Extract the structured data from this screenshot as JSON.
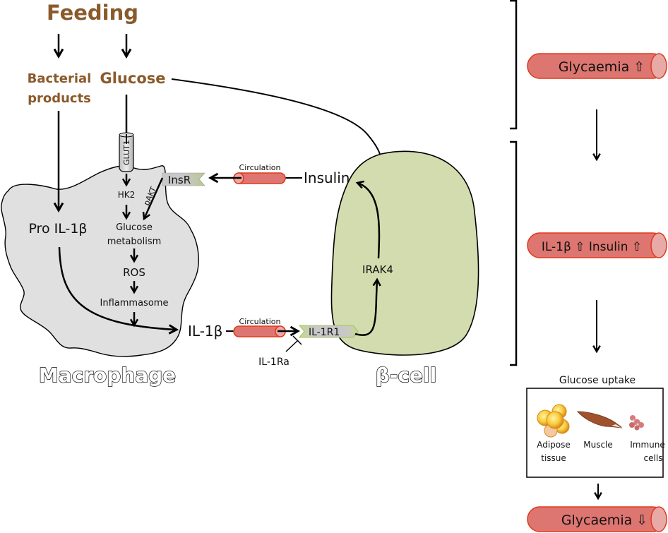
{
  "title": "Feeding",
  "inputs": {
    "bacterial_line1": "Bacterial",
    "bacterial_line2": "products",
    "glucose": "Glucose"
  },
  "macrophage": {
    "label": "Macrophage",
    "glut1": "GLUT1",
    "hk2": "HK2",
    "pakt": "pAKT",
    "insr": "InsR",
    "pro_il1b": "Pro IL-1β",
    "glucose_metabolism_line1": "Glucose",
    "glucose_metabolism_line2": "metabolism",
    "ros": "ROS",
    "inflammasome": "Inflammasome"
  },
  "circulation": {
    "top_label": "Circulation",
    "bottom_label": "Circulation",
    "insulin": "Insulin",
    "il1b": "IL-1β",
    "il1ra": "IL-1Ra"
  },
  "beta_cell": {
    "label": "β-cell",
    "il1r1": "IL-1R1",
    "irak4": "IRAK4"
  },
  "right_panel": {
    "vessel1": "Glycaemia ⇧",
    "vessel2": "IL-1β ⇧ Insulin ⇧",
    "glucose_uptake_title": "Glucose uptake",
    "tissues": [
      {
        "line1": "Adipose",
        "line2": "tissue",
        "icon": "adipose-icon"
      },
      {
        "line1": "Muscle",
        "line2": "",
        "icon": "muscle-icon"
      },
      {
        "line1": "Immune",
        "line2": "cells",
        "icon": "immune-cells-icon"
      }
    ],
    "vessel3": "Glycaemia ⇩"
  },
  "colors": {
    "brown_text": "#8a5a2b",
    "vessel_fill": "#dd7670",
    "vessel_stroke": "#e0391c",
    "vessel_end": "#e8aaa6",
    "macrophage_fill": "#e0e0e0",
    "beta_cell_fill": "#d3dcae",
    "receptor_green": "#c5d98e"
  }
}
